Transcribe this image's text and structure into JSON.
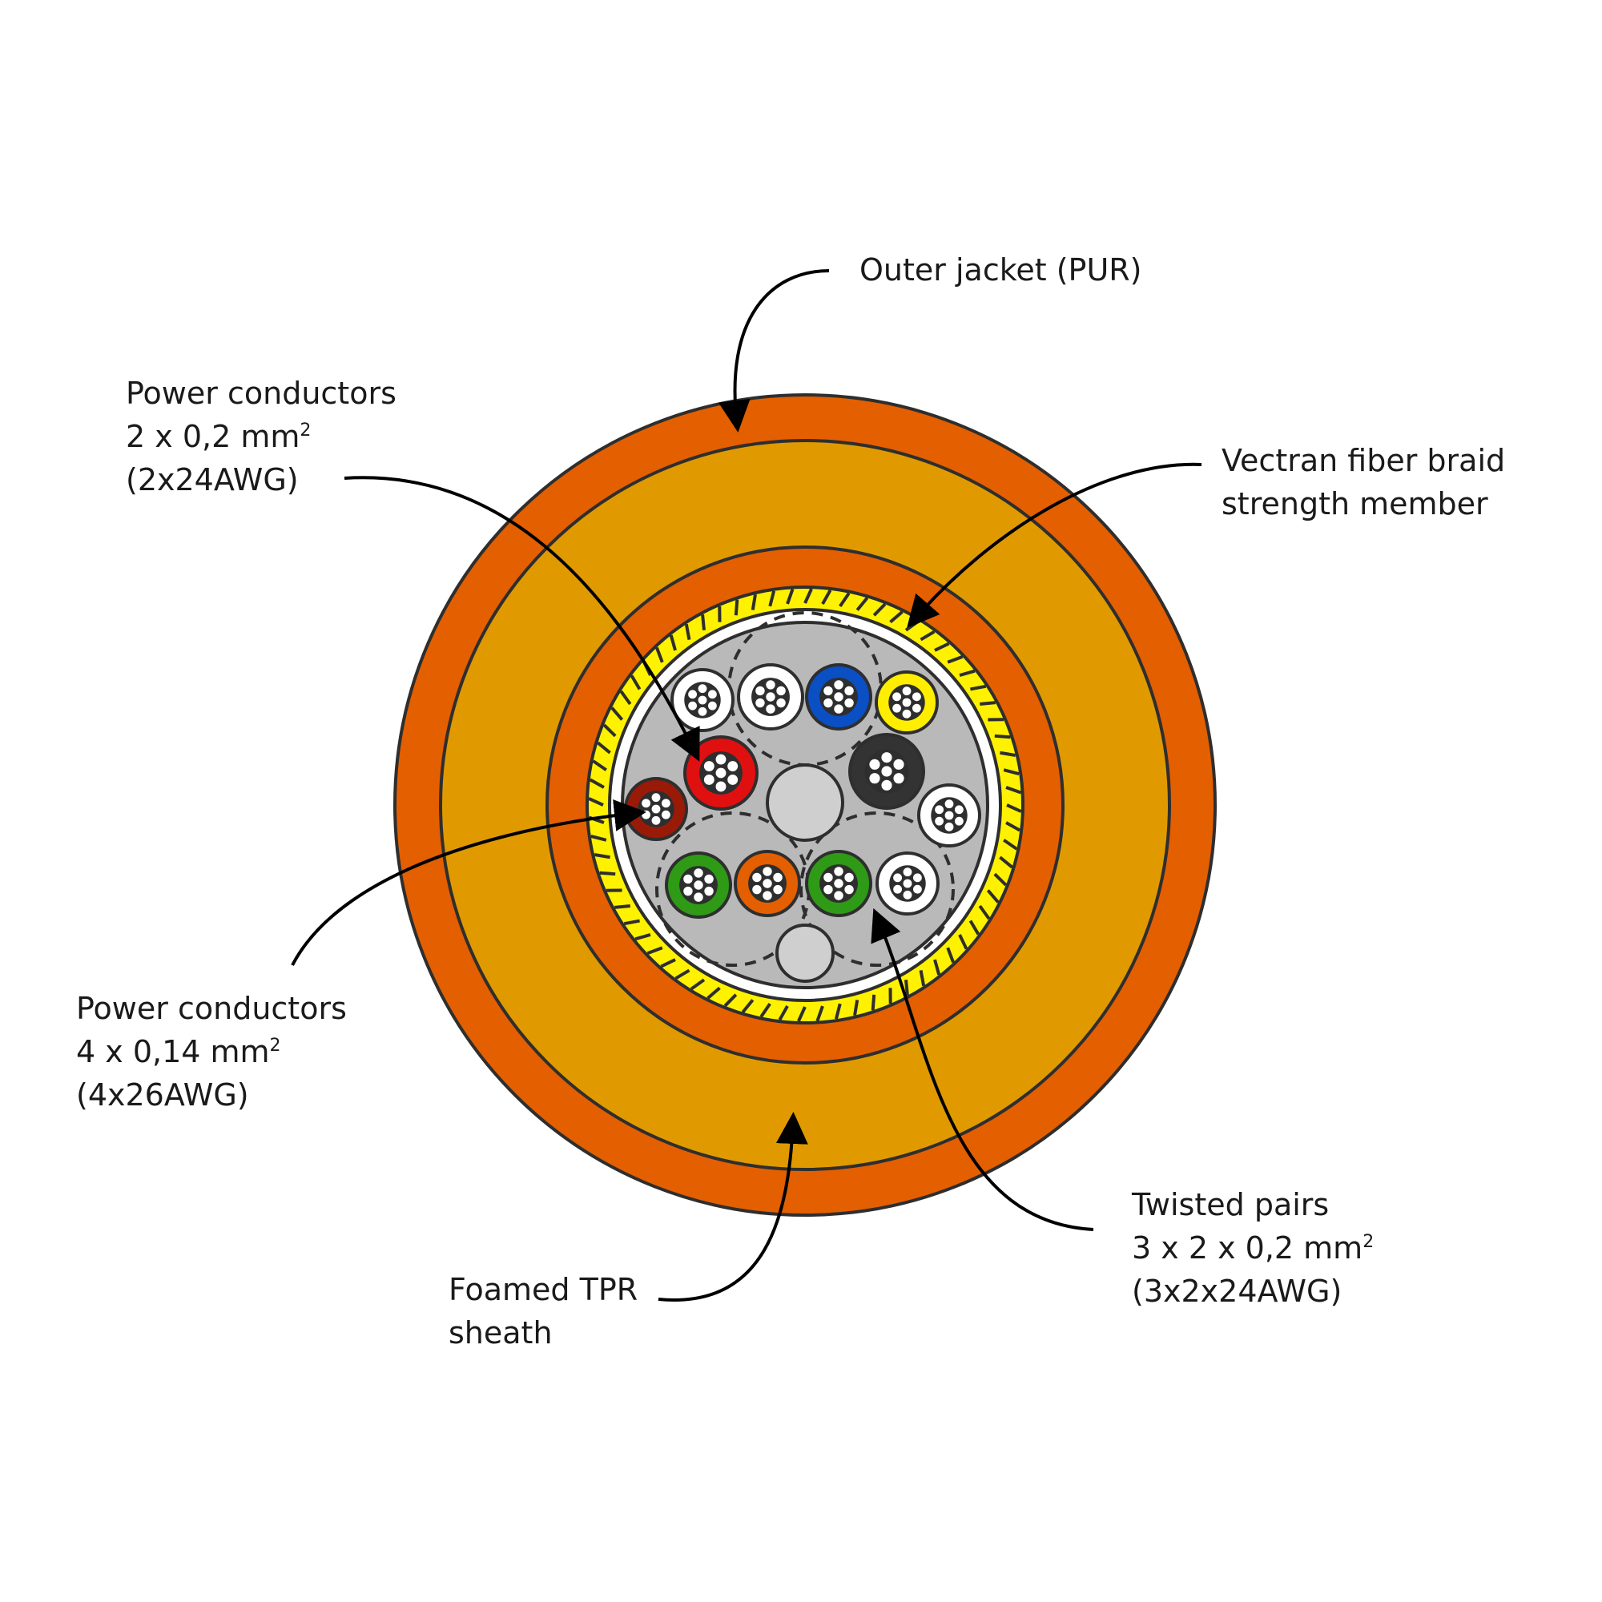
{
  "title": "Cable cross-section",
  "labels": {
    "outer_jacket": {
      "line1": "Outer jacket (PUR)"
    },
    "power_top": {
      "line1": "Power conductors",
      "line2": "2 x 0,2 mm",
      "line2_sup": "2",
      "line3": "(2x24AWG)"
    },
    "vectran": {
      "line1": "Vectran fiber braid",
      "line2": "strength member"
    },
    "power_left": {
      "line1": "Power conductors",
      "line2": "4 x 0,14 mm",
      "line2_sup": "2",
      "line3": "(4x26AWG)"
    },
    "twisted": {
      "line1": "Twisted pairs",
      "line2": "3 x 2 x 0,2 mm",
      "line2_sup": "2",
      "line3": "(3x2x24AWG)"
    },
    "foamed": {
      "line1": "Foamed  TPR",
      "line2": "sheath"
    }
  },
  "colors": {
    "outer_jacket": "#e35f00",
    "foamed_sheath": "#e09a00",
    "inner_jacket": "#e35f00",
    "braid": "#fff200",
    "core": "#b9b9b9",
    "outline": "#2e2e2e"
  },
  "conductors": [
    {
      "name": "white-1",
      "color": "#ffffff"
    },
    {
      "name": "white-2",
      "color": "#ffffff"
    },
    {
      "name": "blue",
      "color": "#0a4fc4"
    },
    {
      "name": "yellow",
      "color": "#ffee00"
    },
    {
      "name": "red",
      "color": "#e01010"
    },
    {
      "name": "black",
      "color": "#333333"
    },
    {
      "name": "brown",
      "color": "#9a1a08"
    },
    {
      "name": "green-1",
      "color": "#2e9a16"
    },
    {
      "name": "green-2",
      "color": "#2e9a16"
    },
    {
      "name": "white-3",
      "color": "#ffffff"
    },
    {
      "name": "white-4",
      "color": "#ffffff"
    },
    {
      "name": "orange",
      "color": "#e35f00"
    }
  ]
}
